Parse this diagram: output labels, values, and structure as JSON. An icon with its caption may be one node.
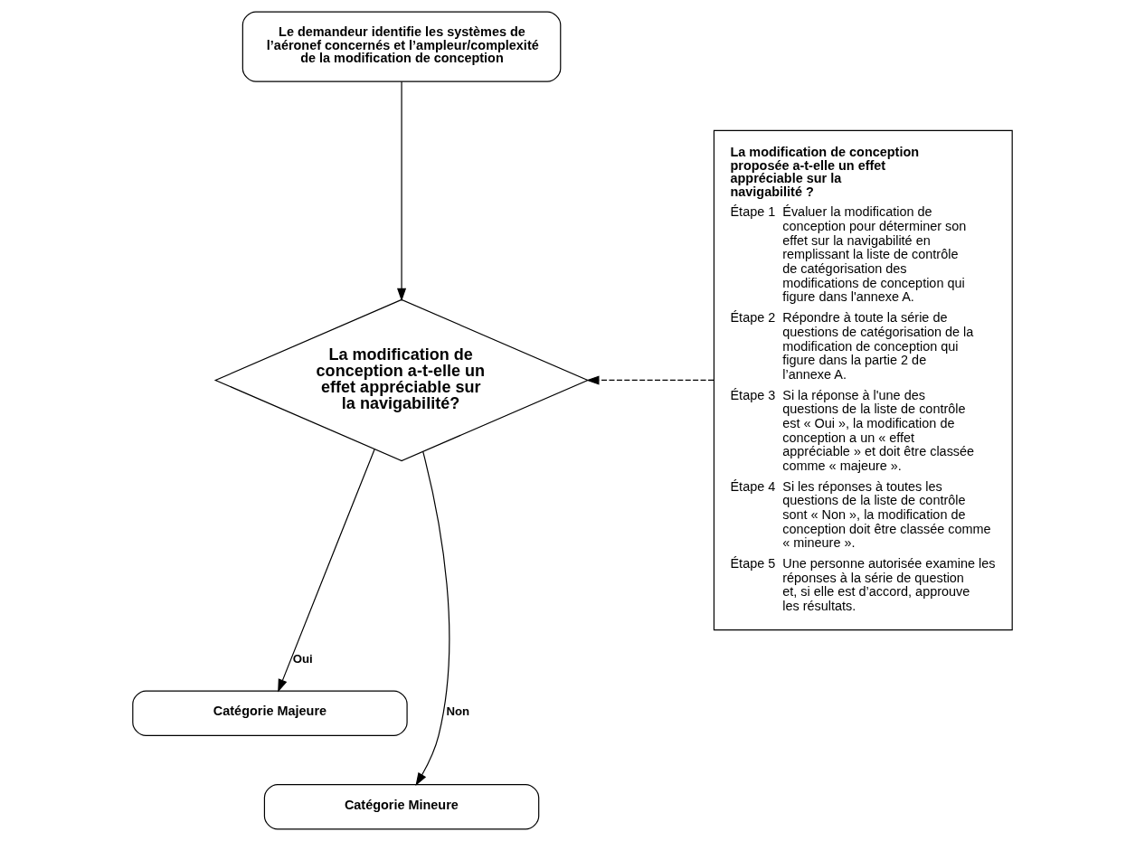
{
  "diagram": {
    "nodes": [
      {
        "text": [
          "Le demandeur identifie les systèmes de l’aéronef concernés et l’ampleur/complexité de la modification de conception"
        ]
      },
      {
        "text": [
          "La modification de conception a-t-elle un effet appréciable sur la navigabilité?"
        ]
      },
      {
        "text": [
          "Catégorie Majeure"
        ]
      },
      {
        "text": [
          "Catégorie Mineure"
        ]
      },
      {
        "text": [
          "La modification de conception proposée a-t-elle un effet appréciable sur la navigabilité ?",
          "Étape 1",
          "Évaluer la modification de conception pour déterminer son effet sur la navigabilité en remplissant la liste de contrôle de catégorisation des modifications de conception qui figure dans l'annexe A.",
          "Étape 2",
          "Répondre à toute la série de questions de catégorisation de la modification de conception qui figure dans la partie 2 de l’annexe A.",
          "Étape 3",
          "Si la réponse à l'une des questions de la liste de contrôle est « Oui », la modification de conception a un « effet appréciable » et doit être classée comme « majeure ».",
          "Étape 4",
          "Si les réponses à toutes les questions de la liste de contrôle sont « Non », la modification de conception doit être classée comme « mineure ».",
          "Étape 5",
          "Une personne autorisée examine les réponses à la série de question et, si elle est d’accord, approuve les résultats."
        ]
      }
    ],
    "edges": [
      {
        "from": 0,
        "to": 1,
        "arrow": "to"
      },
      {
        "from": 1,
        "to": 2,
        "arrow": "to",
        "label": "Oui"
      },
      {
        "from": 1,
        "to": 3,
        "arrow": "to",
        "label": "Non"
      },
      {
        "from": 4,
        "to": 1,
        "arrow": "to",
        "style": "dashed"
      }
    ]
  }
}
